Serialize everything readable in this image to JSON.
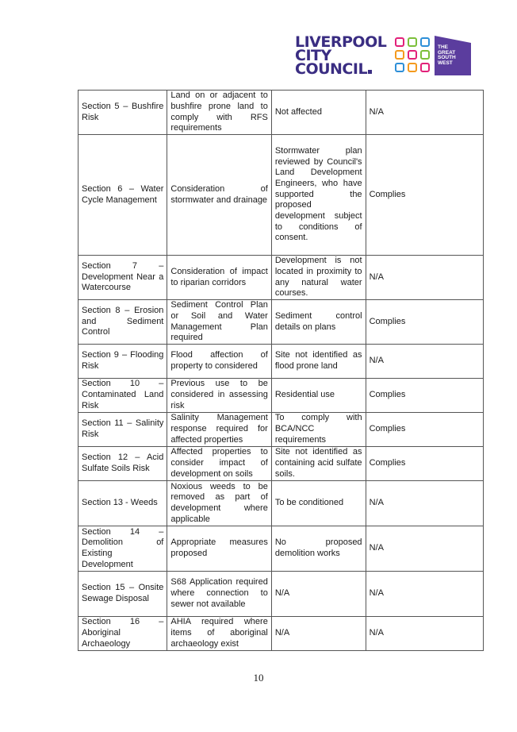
{
  "logo": {
    "line1": "LIVERPOOL",
    "line2": "CITY",
    "line3": "COUNCIL",
    "gsw_line1": "THE",
    "gsw_line2": "GREAT",
    "gsw_line3": "SOUTH",
    "gsw_line4": "WEST",
    "colors": {
      "council": "#3a2d82",
      "gsw": "#5b3d9e"
    },
    "tile_colors": [
      "#e2217a",
      "#7cbf3a",
      "#2d8fd8",
      "#f49a1e",
      "#e2217a",
      "#7cbf3a",
      "#2d8fd8",
      "#f49a1e",
      "#e2217a"
    ]
  },
  "table": {
    "rows": [
      [
        "Section 5 – Bushfire Risk",
        "Land on or adjacent to bushfire prone land to comply with RFS requirements",
        "Not affected",
        "N/A"
      ],
      [
        "Section 6 – Water Cycle Management",
        "Consideration of stormwater and drainage",
        "Stormwater plan reviewed by Council's Land Development Engineers, who have supported the proposed development subject to conditions of consent.",
        "Complies"
      ],
      [
        "Section 7 – Development Near a Watercourse",
        "Consideration of impact to riparian corridors",
        "Development is not located in proximity to any natural water courses.",
        "N/A"
      ],
      [
        "Section 8 – Erosion and Sediment Control",
        "Sediment Control Plan or Soil and Water Management Plan required",
        "Sediment control details on plans",
        "Complies"
      ],
      [
        "Section 9 – Flooding Risk",
        "Flood affection of property to considered",
        "Site not identified as flood prone land",
        "N/A"
      ],
      [
        "Section 10 – Contaminated Land Risk",
        "Previous use to be considered in assessing risk",
        "Residential use",
        "Complies"
      ],
      [
        "Section 11 – Salinity Risk",
        "Salinity Management response required for affected properties",
        "To comply with BCA/NCC requirements",
        "Complies"
      ],
      [
        "Section 12 – Acid Sulfate Soils Risk",
        "Affected properties to consider impact of development on soils",
        "Site not identified as containing acid sulfate soils.",
        "Complies"
      ],
      [
        "Section 13 - Weeds",
        "Noxious weeds to be removed as part of development where applicable",
        "To be conditioned",
        "N/A"
      ],
      [
        "Section 14 – Demolition of Existing Development",
        "Appropriate measures proposed",
        "No proposed demolition works",
        "N/A"
      ],
      [
        "Section 15 – Onsite Sewage Disposal",
        "S68 Application required where connection to sewer not available",
        "N/A",
        "N/A"
      ],
      [
        "Section 16 – Aboriginal Archaeology",
        "AHIA required where items of aboriginal archaeology exist",
        "N/A",
        "N/A"
      ]
    ]
  },
  "page_number": "10"
}
